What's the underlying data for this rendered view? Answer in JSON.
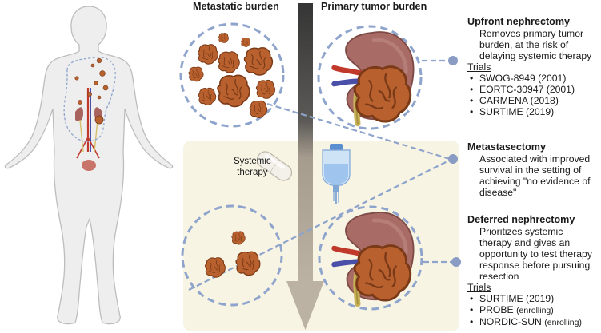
{
  "columns": {
    "metastatic_title": "Metastatic burden",
    "primary_title": "Primary tumor burden"
  },
  "systemic_label": [
    "Systemic",
    "therapy"
  ],
  "panels": {
    "upfront": {
      "title": "Upfront nephrectomy",
      "description": [
        "Removes primary tumor",
        "burden, at the risk of",
        "delaying systemic therapy"
      ],
      "trials_label": "Trials",
      "trials": [
        {
          "name": "SWOG-8949 (2001)",
          "note": ""
        },
        {
          "name": "EORTC-30947 (2001)",
          "note": ""
        },
        {
          "name": "CARMENA (2018)",
          "note": ""
        },
        {
          "name": "SURTIME (2019)",
          "note": ""
        }
      ]
    },
    "metastasectomy": {
      "title": "Metastasectomy",
      "description": [
        "Associated with improved",
        "survival in the setting of",
        "achieving \"no evidence of",
        "disease\""
      ]
    },
    "deferred": {
      "title": "Deferred nephrectomy",
      "description": [
        "Prioritizes systemic",
        "therapy and gives an",
        "opportunity to test therapy",
        "response before pursuing",
        "resection"
      ],
      "trials_label": "Trials",
      "trials": [
        {
          "name": "SURTIME (2019)",
          "note": ""
        },
        {
          "name": "PROBE",
          "note": "(enrolling)"
        },
        {
          "name": "NORDIC-SUN",
          "note": "(enrolling)"
        }
      ]
    }
  },
  "colors": {
    "tumor": "#b8602e",
    "tumor_dark": "#7a3a17",
    "dashed_circle": "#8ea4cc",
    "connector_dot": "#8a9cc4",
    "arrow_top": "#3d3d3d",
    "arrow_bottom": "#b4a898",
    "therapy_box": "#f7f4e3",
    "kidney": "#a96b66",
    "body_skin": "#eeeeee"
  },
  "icons": [
    "human-body-icon",
    "kidney-icon",
    "pill-icon",
    "iv-bag-icon",
    "tumor-nodule-icon"
  ]
}
